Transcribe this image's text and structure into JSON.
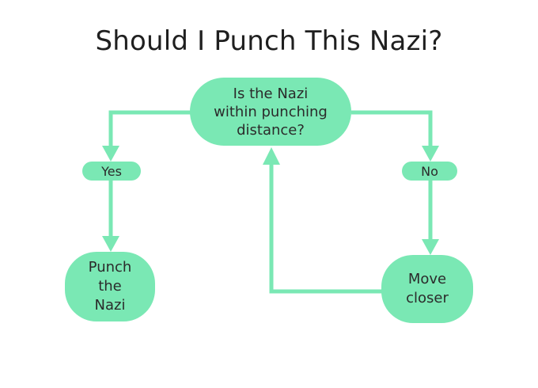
{
  "title": "Should I Punch This Nazi?",
  "nodes": {
    "question": "Is the Nazi\nwithin punching\ndistance?",
    "punch": "Punch\nthe\nNazi",
    "move": "Move\ncloser"
  },
  "edge_labels": {
    "yes": "Yes",
    "no": "No"
  },
  "colors": {
    "node_fill": "#7ae8b4",
    "connector": "#7ae8b4",
    "background": "#ffffff"
  }
}
